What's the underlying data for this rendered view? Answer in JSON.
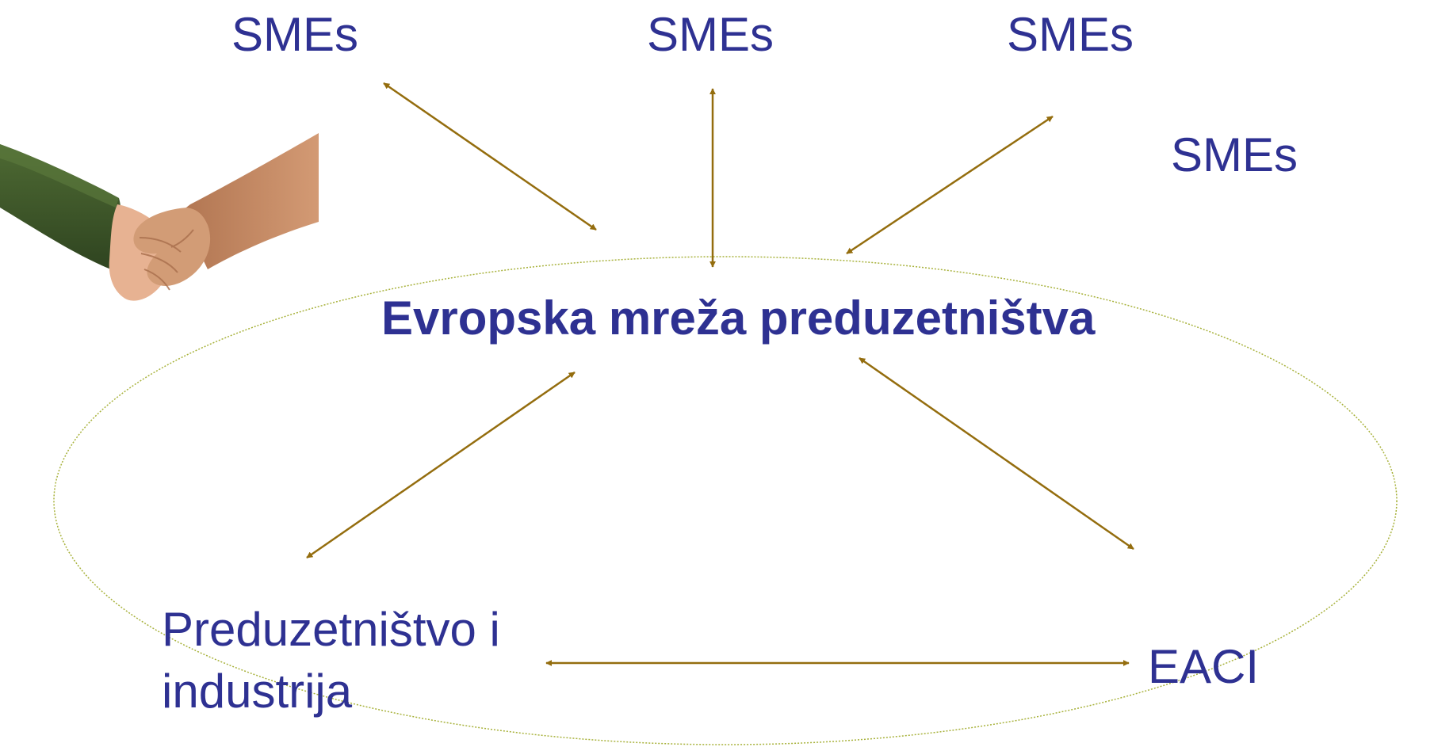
{
  "colors": {
    "text": "#2E3192",
    "arrow": "#946D0E",
    "ellipse": "#A8B23C",
    "sleeve_left": "#3D5628",
    "skin_left": "#E7B292",
    "skin_right": "#C98C66"
  },
  "image": {
    "icon": "handshake-icon"
  },
  "nodes": {
    "sme_1": "SMEs",
    "sme_2": "SMEs",
    "sme_3": "SMEs",
    "sme_4": "SMEs",
    "center": "Evropska mreža preduzetništva",
    "bottom_left_line1": "Preduzetništvo i",
    "bottom_left_line2": "industrija",
    "bottom_right": "EACI"
  }
}
